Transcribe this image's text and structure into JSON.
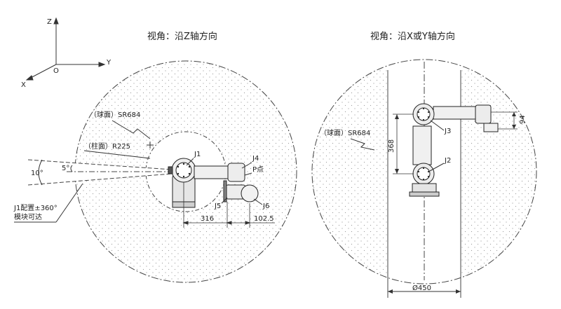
{
  "axes": {
    "z": "Z",
    "y": "Y",
    "x": "X",
    "origin": "O"
  },
  "left_view": {
    "title": "视角：沿Z轴方向",
    "sphere_label": "（球面）SR684",
    "cylinder_label": "（柱面）R225",
    "joint1": "J1",
    "joint4": "J4",
    "joint5": "J5",
    "joint6": "J6",
    "p_point": "P点",
    "angle_10": "10°",
    "angle_5": "5°",
    "note_line1": "J1配置±360°",
    "note_line2": "模块可达",
    "dim_316": "316",
    "dim_102_5": "102.5"
  },
  "right_view": {
    "title": "视角：沿X或Y轴方向",
    "sphere_label": "（球面）SR684",
    "joint3": "J3",
    "joint2": "J2",
    "dim_368": "368",
    "dim_94": "94",
    "dim_450": "Ø450"
  }
}
